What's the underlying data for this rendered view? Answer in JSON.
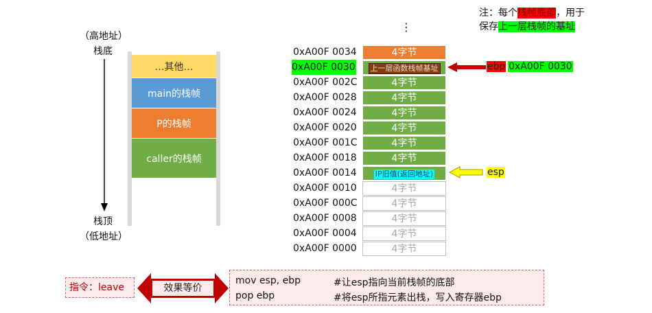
{
  "note": {
    "line1_prefix": "注：每个",
    "line1_highlight": "栈帧底部",
    "line1_suffix": "，用于",
    "line2_prefix": "保存",
    "line2_highlight": "上一层栈帧的基址",
    "highlight1_color": "#ff0000",
    "highlight2_color": "#00ff00"
  },
  "left_stack": {
    "top_label": "（高地址）",
    "top_label2": "栈底",
    "bottom_label": "栈顶",
    "bottom_label2": "（低地址）",
    "frames": [
      {
        "label": "…其他…",
        "color": "#ffd966",
        "text_color": "#333333"
      },
      {
        "label": "main的栈帧",
        "color": "#5b9bd5",
        "text_color": "#ffffff"
      },
      {
        "label": "P的栈帧",
        "color": "#ed7d31",
        "text_color": "#ffffff"
      },
      {
        "label": "caller的栈帧",
        "color": "#70ad47",
        "text_color": "#ffffff"
      }
    ]
  },
  "memory": {
    "ellipsis": "⋮",
    "rows": [
      {
        "addr": "0xA00F 0034",
        "content": "4字节",
        "style": "orange"
      },
      {
        "addr": "0xA00F 0030",
        "content": "上一层函数栈帧基址",
        "style": "green",
        "inner": "brown",
        "addr_highlight": "#00ff00"
      },
      {
        "addr": "0xA00F 002C",
        "content": "4字节",
        "style": "green"
      },
      {
        "addr": "0xA00F 0028",
        "content": "4字节",
        "style": "green"
      },
      {
        "addr": "0xA00F 0024",
        "content": "4字节",
        "style": "green"
      },
      {
        "addr": "0xA00F 0020",
        "content": "4字节",
        "style": "green"
      },
      {
        "addr": "0xA00F 001C",
        "content": "4字节",
        "style": "green"
      },
      {
        "addr": "0xA00F 0018",
        "content": "4字节",
        "style": "green"
      },
      {
        "addr": "0xA00F 0014",
        "content": "IP旧值(返回地址)",
        "style": "green",
        "inner": "cyan"
      },
      {
        "addr": "0xA00F 0010",
        "content": "4字节",
        "style": "empty"
      },
      {
        "addr": "0xA00F 000C",
        "content": "4字节",
        "style": "empty"
      },
      {
        "addr": "0xA00F 0008",
        "content": "4字节",
        "style": "empty"
      },
      {
        "addr": "0xA00F 0004",
        "content": "4字节",
        "style": "empty"
      },
      {
        "addr": "0xA00F 0000",
        "content": "4字节",
        "style": "empty"
      }
    ]
  },
  "ebp": {
    "label": "ebp",
    "value": "0xA00F 0030",
    "arrow_color": "#c00000"
  },
  "esp": {
    "label": "esp",
    "arrow_color": "#ffff00"
  },
  "instruction": {
    "label_prefix": "指令：",
    "label_value": "leave",
    "equiv_label": "效果等价",
    "lines": [
      {
        "code": "mov esp, ebp",
        "comment": "#让esp指向当前栈帧的底部"
      },
      {
        "code": "pop ebp",
        "comment": "#将esp所指元素出栈，写入寄存器ebp"
      }
    ]
  }
}
